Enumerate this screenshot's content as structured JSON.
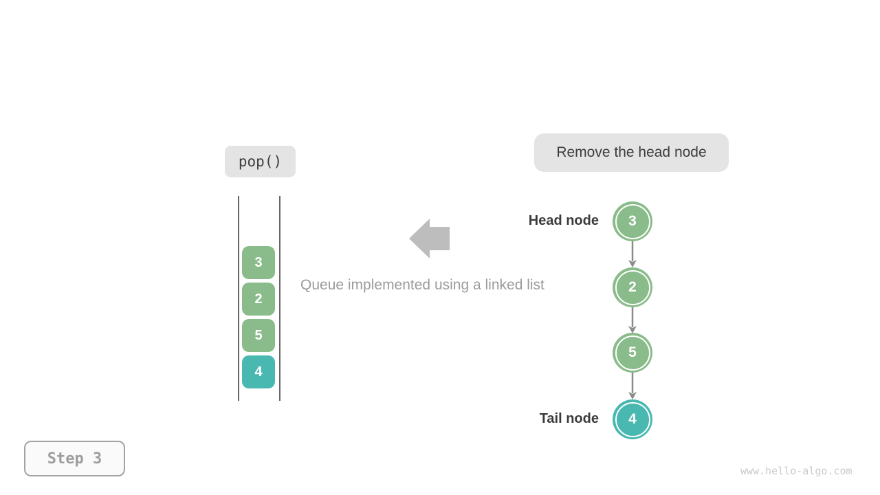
{
  "labels": {
    "operation": "pop()",
    "action": "Remove the head node",
    "caption": "Queue implemented using a linked list",
    "step": "Step 3",
    "watermark": "www.hello-algo.com"
  },
  "queue_stack": {
    "items": [
      {
        "value": "3",
        "color": "#8abb8a"
      },
      {
        "value": "2",
        "color": "#8abb8a"
      },
      {
        "value": "5",
        "color": "#8abb8a"
      },
      {
        "value": "4",
        "color": "#49b8b0"
      }
    ]
  },
  "linked_list": {
    "head_label": "Head node",
    "tail_label": "Tail node",
    "nodes": [
      {
        "value": "3",
        "color": "#8abb8a"
      },
      {
        "value": "2",
        "color": "#8abb8a"
      },
      {
        "value": "5",
        "color": "#8abb8a"
      },
      {
        "value": "4",
        "color": "#49b8b0"
      }
    ]
  },
  "colors": {
    "node_green": "#8abb8a",
    "node_teal": "#49b8b0",
    "pill_background": "#e4e4e4",
    "big_arrow_gray": "#bdbdbd",
    "connector_gray": "#8a8a8a",
    "wall_gray": "#666666"
  }
}
